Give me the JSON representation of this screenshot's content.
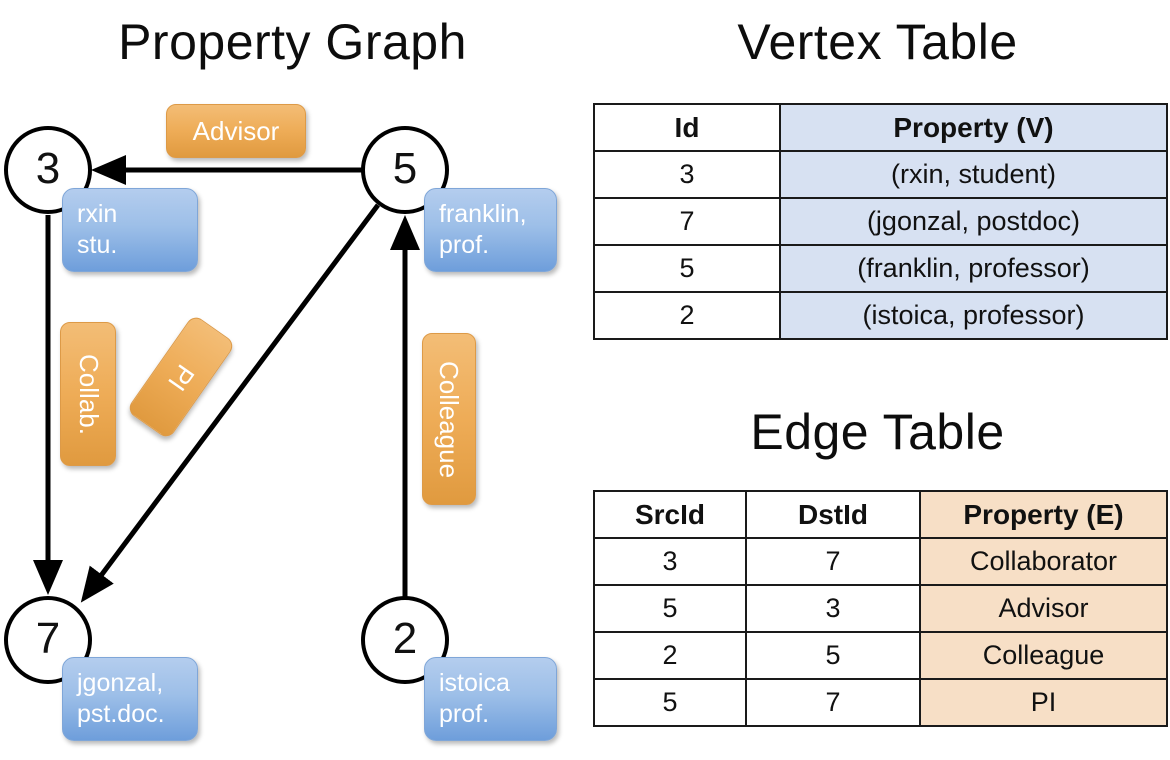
{
  "titles": {
    "property_graph": "Property Graph",
    "vertex_table": "Vertex Table",
    "edge_table": "Edge Table"
  },
  "graph": {
    "nodes": [
      {
        "id": "3",
        "property_line1": "rxin",
        "property_line2": "stu."
      },
      {
        "id": "5",
        "property_line1": "franklin,",
        "property_line2": "prof."
      },
      {
        "id": "7",
        "property_line1": "jgonzal,",
        "property_line2": "pst.doc."
      },
      {
        "id": "2",
        "property_line1": "istoica",
        "property_line2": "prof."
      }
    ],
    "edge_labels": [
      {
        "name": "advisor",
        "text": "Advisor"
      },
      {
        "name": "collab",
        "text": "Collab."
      },
      {
        "name": "pi",
        "text": "PI"
      },
      {
        "name": "colleague",
        "text": "Colleague"
      }
    ],
    "edges": [
      {
        "from": "5",
        "to": "3",
        "label": "Advisor"
      },
      {
        "from": "3",
        "to": "7",
        "label": "Collab."
      },
      {
        "from": "5",
        "to": "7",
        "label": "PI"
      },
      {
        "from": "2",
        "to": "5",
        "label": "Colleague"
      }
    ]
  },
  "vertex_table": {
    "headers": [
      "Id",
      "Property (V)"
    ],
    "rows": [
      {
        "id": "3",
        "property": "(rxin, student)"
      },
      {
        "id": "7",
        "property": "(jgonzal, postdoc)"
      },
      {
        "id": "5",
        "property": "(franklin, professor)"
      },
      {
        "id": "2",
        "property": "(istoica, professor)"
      }
    ]
  },
  "edge_table": {
    "headers": [
      "SrcId",
      "DstId",
      "Property (E)"
    ],
    "rows": [
      {
        "src": "3",
        "dst": "7",
        "property": "Collaborator"
      },
      {
        "src": "5",
        "dst": "3",
        "property": "Advisor"
      },
      {
        "src": "2",
        "dst": "5",
        "property": "Colleague"
      },
      {
        "src": "5",
        "dst": "7",
        "property": "PI"
      }
    ]
  },
  "colors": {
    "vertex_property_fill": "#d7e1f2",
    "edge_property_fill": "#f7dfc6",
    "node_box_blue": "#6e9edb",
    "edge_label_orange": "#eeac57",
    "line": "#000000"
  }
}
